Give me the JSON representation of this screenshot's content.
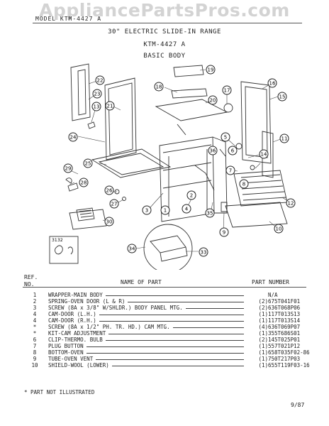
{
  "watermark": "AppliancePartsPros.com",
  "header": {
    "model_line": "MODEL KTM-4427 A",
    "title": "30\" ELECTRIC SLIDE-IN RANGE",
    "model": "KTM-4427 A",
    "section": "BASIC BODY"
  },
  "diagram": {
    "callouts": [
      "1",
      "2",
      "3",
      "4",
      "5",
      "6",
      "7",
      "8",
      "9",
      "10",
      "11",
      "12",
      "13",
      "14",
      "15",
      "16",
      "17",
      "18",
      "19",
      "20",
      "21",
      "22",
      "23",
      "24",
      "25",
      "26",
      "27",
      "28",
      "29",
      "30",
      "31",
      "32",
      "33",
      "34",
      "35",
      "36"
    ]
  },
  "table": {
    "ref_header_line1": "REF.",
    "ref_header_line2": "NO.",
    "name_header": "NAME OF PART",
    "pn_header": "PART NUMBER",
    "rows": [
      {
        "ref": "1",
        "name": "WRAPPER-MAIN BODY",
        "qty": "",
        "pn": "N/A"
      },
      {
        "ref": "2",
        "name": "SPRING-OVEN DOOR (L & R)",
        "qty": "(2)",
        "pn": "675T041F01"
      },
      {
        "ref": "3",
        "name": "SCREW (8A x 3/8\" W/SHLDR.) BODY PANEL MTG.",
        "qty": "(2)",
        "pn": "636T068P06"
      },
      {
        "ref": "4",
        "name": "CAM-DOOR (L.H.)",
        "qty": "(1)",
        "pn": "117T013S13"
      },
      {
        "ref": "4",
        "name": "CAM-DOOR (R.H.)",
        "qty": "(1)",
        "pn": "117T013S14"
      },
      {
        "ref": "*",
        "name": "SCREW (8A x 1/2\" PH. TR. HD.) CAM MTG.",
        "qty": "(4)",
        "pn": "636T069P07"
      },
      {
        "ref": "*",
        "name": "KIT-CAM ADJUSTMENT",
        "qty": "(1)",
        "pn": "355T686S01"
      },
      {
        "ref": "6",
        "name": "CLIP-THERMO. BULB",
        "qty": "(2)",
        "pn": "145T025P01"
      },
      {
        "ref": "7",
        "name": "PLUG BUTTON",
        "qty": "(1)",
        "pn": "557T021P12"
      },
      {
        "ref": "8",
        "name": "BOTTOM-OVEN",
        "qty": "(1)",
        "pn": "658T035F02-86"
      },
      {
        "ref": "9",
        "name": "TUBE-OVEN VENT",
        "qty": "(1)",
        "pn": "750T217P03"
      },
      {
        "ref": "10",
        "name": "SHIELD-WOOL (LOWER)",
        "qty": "(1)",
        "pn": "655T119F03-16"
      }
    ]
  },
  "footnote": "* PART  NOT  ILLUSTRATED",
  "date": "9/87"
}
